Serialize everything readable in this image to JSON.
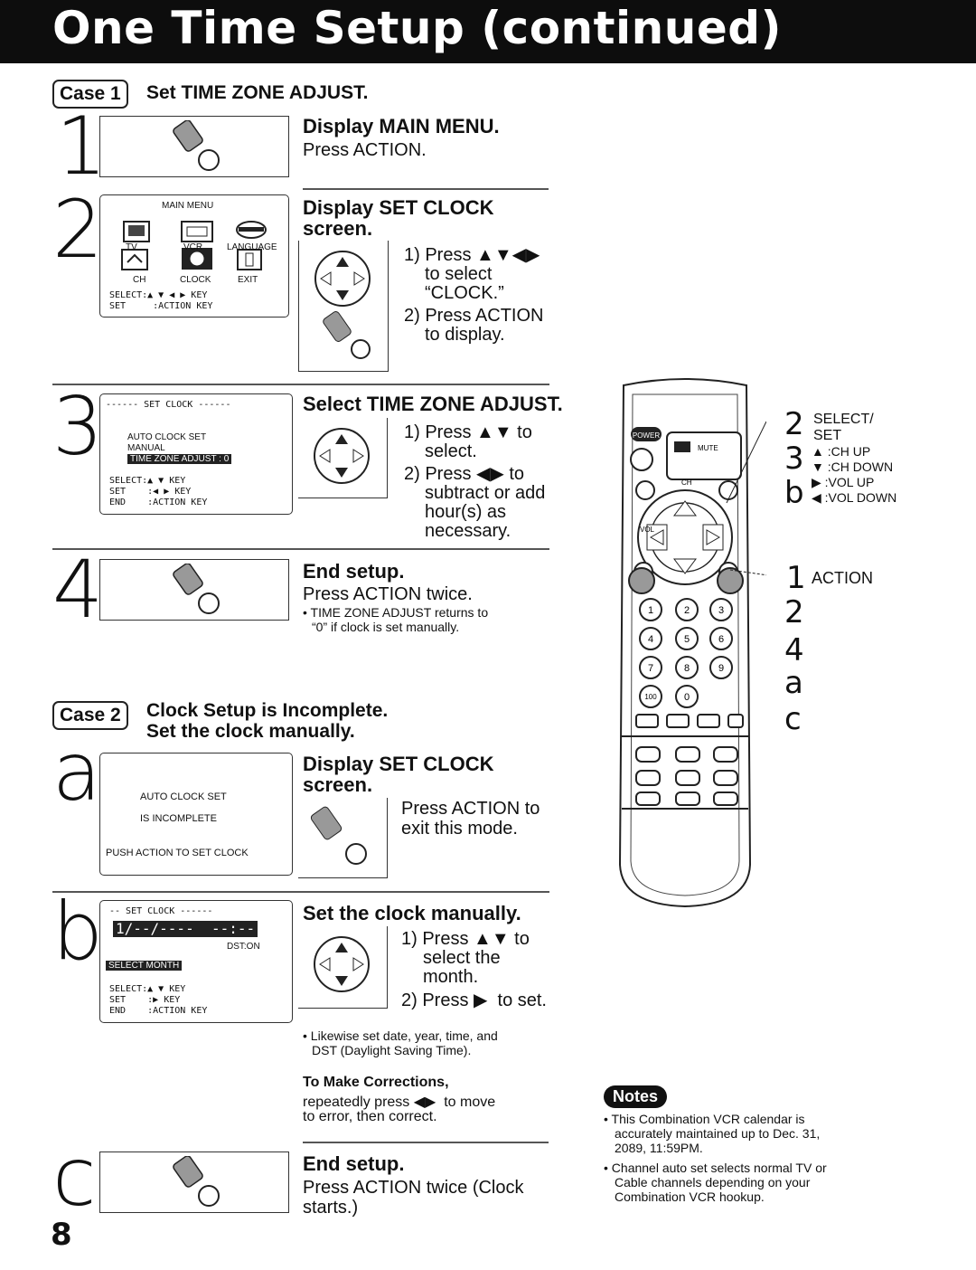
{
  "header": {
    "title": "One Time Setup (continued)"
  },
  "case1": {
    "tag": "Case 1",
    "title": "Set TIME ZONE ADJUST.",
    "step1": {
      "num": "1",
      "title": "Display MAIN MENU.",
      "text": "Press ACTION."
    },
    "step2": {
      "num": "2",
      "title_line1": "Display SET CLOCK",
      "title_line2": "screen.",
      "i1a": "1) Press ▲▼◀▶",
      "i1b": "to select",
      "i1c": "“CLOCK.”",
      "i2a": "2) Press ACTION",
      "i2b": "to display.",
      "menu": {
        "title": "MAIN MENU",
        "tv": "TV",
        "vcr": "VCR",
        "language": "LANGUAGE",
        "ch": "CH",
        "clock": "CLOCK",
        "exit": "EXIT",
        "select": "SELECT:▲ ▼ ◀ ▶ KEY",
        "set": "SET     :ACTION KEY"
      }
    },
    "step3": {
      "num": "3",
      "title": "Select TIME ZONE ADJUST.",
      "i1a": "1) Press ▲▼ to",
      "i1b": "select.",
      "i2a": "2) Press ◀▶ to",
      "i2b": "subtract or add",
      "i2c": "hour(s) as",
      "i2d": "necessary.",
      "screen": {
        "title": "------ SET CLOCK ------",
        "auto": "AUTO CLOCK SET",
        "manual": "MANUAL",
        "tza": "TIME ZONE ADJUST : 0",
        "select": "SELECT:▲ ▼ KEY",
        "set": "SET    :◀ ▶ KEY",
        "end": "END    :ACTION KEY"
      }
    },
    "step4": {
      "num": "4",
      "title": "End setup.",
      "text": "Press ACTION twice.",
      "note1": "• TIME ZONE ADJUST returns to",
      "note2": "“0” if clock is set manually."
    }
  },
  "case2": {
    "tag": "Case 2",
    "title1": "Clock Setup is Incomplete.",
    "title2": "Set the clock manually.",
    "stepa": {
      "num": "a",
      "title_line1": "Display SET CLOCK",
      "title_line2": "screen.",
      "t1": "Press ACTION to",
      "t2": "exit this mode.",
      "screen": {
        "l1": "AUTO CLOCK SET",
        "l2": "IS INCOMPLETE",
        "l3": "PUSH ACTION TO SET CLOCK"
      }
    },
    "stepb": {
      "num": "b",
      "title": "Set the clock manually.",
      "i1a": "1) Press ▲▼ to",
      "i1b": "select the",
      "i1c": "month.",
      "i2": "2) Press ▶  to set.",
      "note1": "• Likewise set date, year, time, and",
      "note2": "DST (Daylight Saving Time).",
      "corr_title": "To Make Corrections,",
      "corr1": "repeatedly press ◀▶  to move",
      "corr2": "to error, then correct.",
      "screen": {
        "title": "-- SET CLOCK ------",
        "date": "1/--/----  --:--",
        "dst": "DST:ON",
        "sel": "SELECT MONTH",
        "select": "SELECT:▲ ▼ KEY",
        "set": "SET    :▶ KEY",
        "end": "END    :ACTION KEY"
      }
    },
    "stepc": {
      "num": "c",
      "title": "End setup.",
      "text1": "Press ACTION twice (Clock",
      "text2": "starts.)"
    }
  },
  "remote": {
    "labels": {
      "n2": "2",
      "n3": "3",
      "nb": "b",
      "select1": "SELECT/",
      "select2": "SET",
      "chup": "▲ :CH UP",
      "chdown": "▼ :CH DOWN",
      "volup": "▶ :VOL UP",
      "voldown": "◀ :VOL DOWN",
      "n1": "1",
      "action": "ACTION",
      "s2": "2",
      "s4": "4",
      "sa": "a",
      "sc": "c"
    },
    "buttons": {
      "power": "POWER",
      "mute": "MUTE",
      "ch": "CH",
      "vol": "VOL",
      "d1": "1",
      "d2": "2",
      "d3": "3",
      "d4": "4",
      "d5": "5",
      "d6": "6",
      "d7": "7",
      "d8": "8",
      "d9": "9",
      "d100": "100",
      "d0": "0"
    }
  },
  "notes": {
    "badge": "Notes",
    "n1a": "• This Combination VCR calendar is",
    "n1b": "accurately maintained up to Dec. 31,",
    "n1c": "2089, 11:59PM.",
    "n2a": "• Channel auto set selects normal TV or",
    "n2b": "Cable channels depending on your",
    "n2c": "Combination VCR hookup."
  },
  "page_number": "8"
}
